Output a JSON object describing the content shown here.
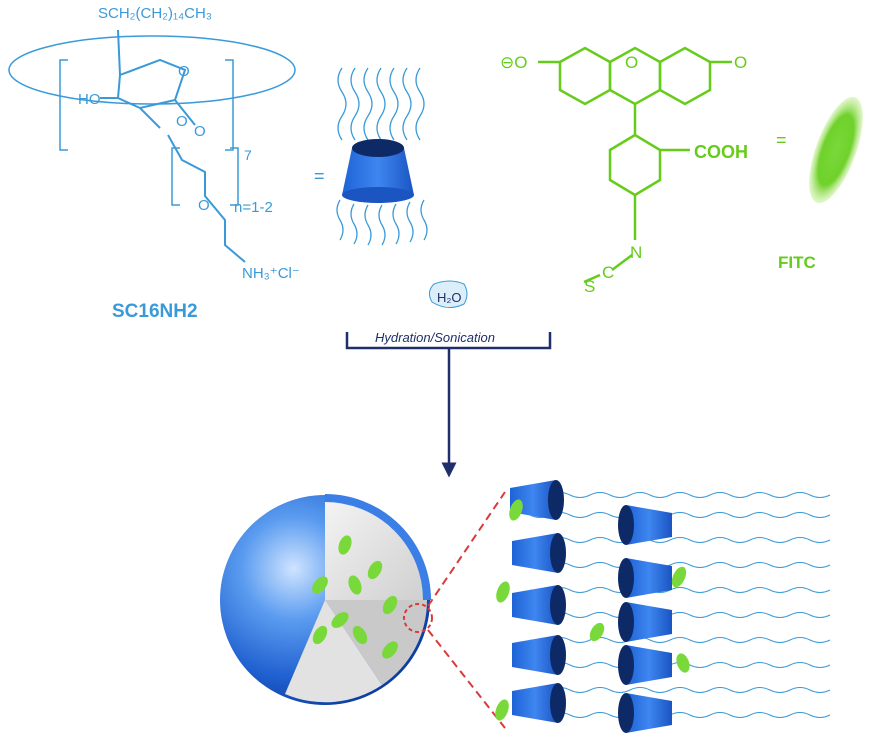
{
  "figure": {
    "sc16": {
      "tail_label": "SCH₂(CH₂)₁₄CH₃",
      "ho_label": "HO",
      "ring_o_label": "O",
      "bridge_o_label": "O",
      "chain_o1_label": "O",
      "chain_o2_label": "O",
      "subscript_7": "7",
      "n_label": "n=1-2",
      "ammonium_label": "NH₃⁺Cl⁻",
      "name": "SC16NH2",
      "equals": "="
    },
    "fitc": {
      "oxide_label": "⊖O",
      "bridge_o_label": "O",
      "keto_o_label": "O",
      "cooh_label": "COOH",
      "n_label": "N",
      "c_label": "C",
      "s_label": "S",
      "equals": "=",
      "name": "FITC"
    },
    "process": {
      "water_label": "H₂O",
      "step_label": "Hydration/Sonication"
    },
    "colors": {
      "cd_blue": "#3a9ad9",
      "fitc_green": "#66cc1a",
      "vesicle_blue": "#2f6fd6",
      "navy": "#1f2f6b",
      "zoom_red": "#d93a3a"
    }
  }
}
